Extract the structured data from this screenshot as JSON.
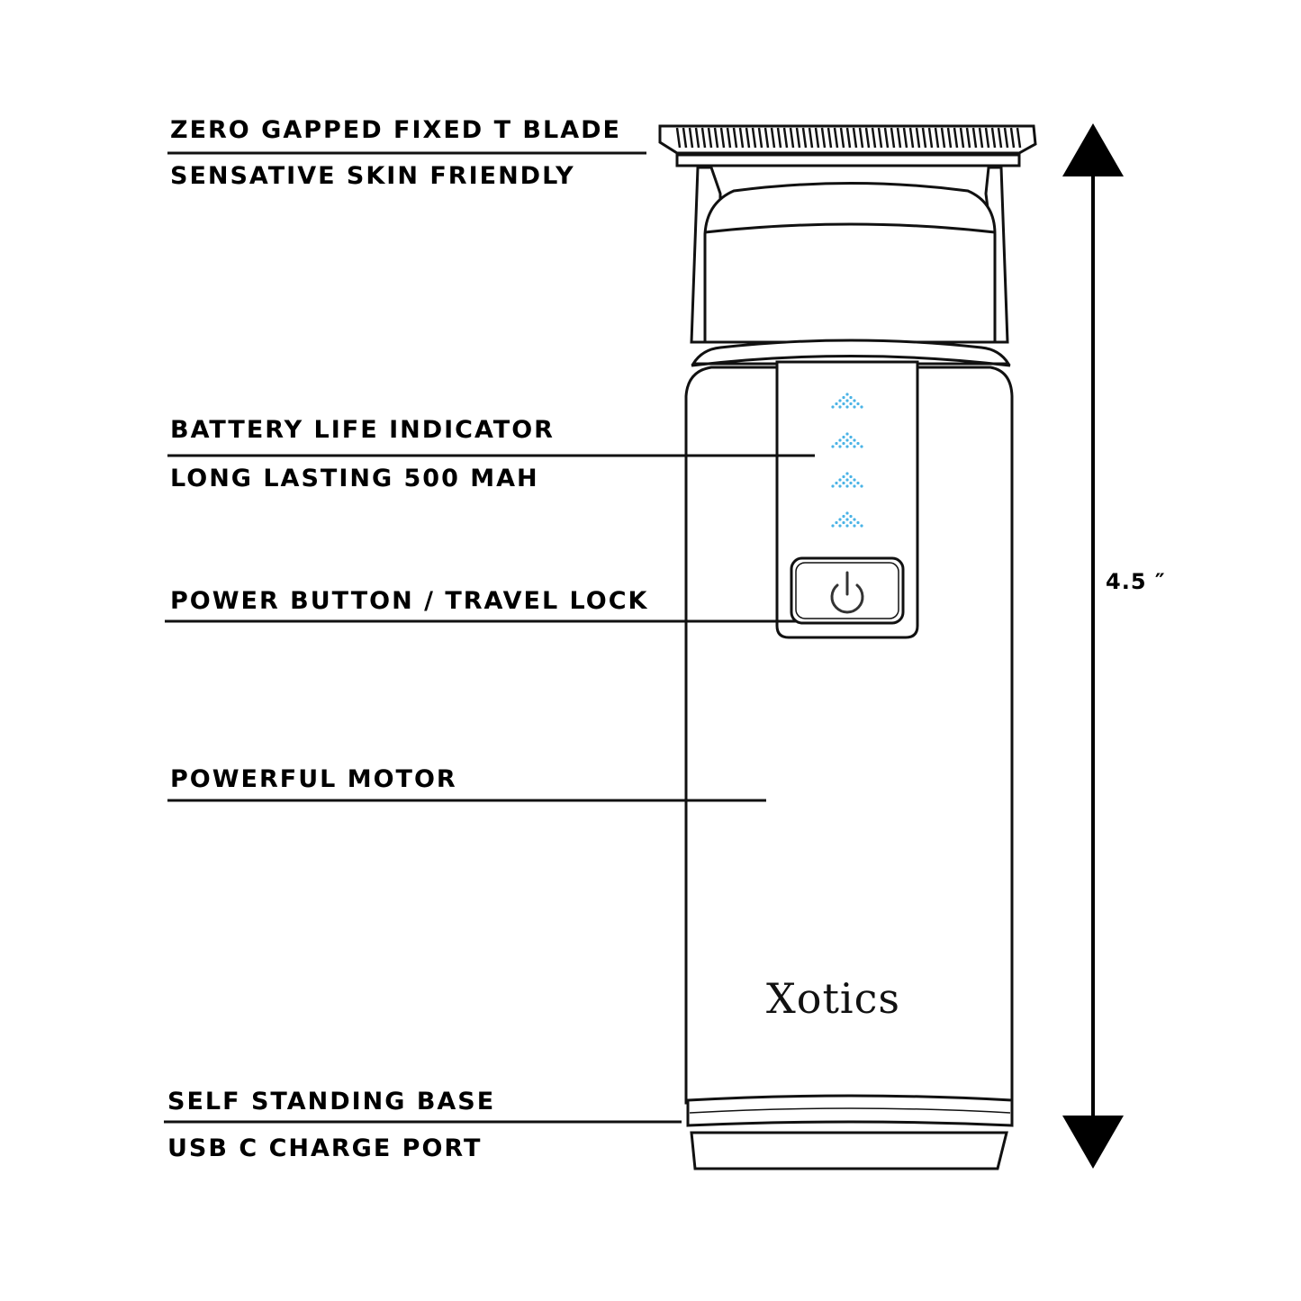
{
  "callouts": {
    "blade_title": "ZERO GAPPED FIXED T BLADE",
    "blade_sub": "SENSATIVE SKIN FRIENDLY",
    "battery_title": "BATTERY LIFE INDICATOR",
    "battery_sub": "LONG LASTING 500 MAH",
    "power_title": "POWER BUTTON / TRAVEL LOCK",
    "motor_title": "POWERFUL MOTOR",
    "base_title": "SELF STANDING BASE",
    "base_sub": "USB C CHARGE PORT"
  },
  "dimension": {
    "height_label": "4.5 ″"
  },
  "brand": {
    "name": "Xotics"
  },
  "battery_indicator": {
    "segments": 4,
    "color": "#4ab3e6"
  },
  "icons": {
    "power": "power-icon",
    "arrow_up": "arrow-up-icon",
    "arrow_down": "arrow-down-icon"
  }
}
